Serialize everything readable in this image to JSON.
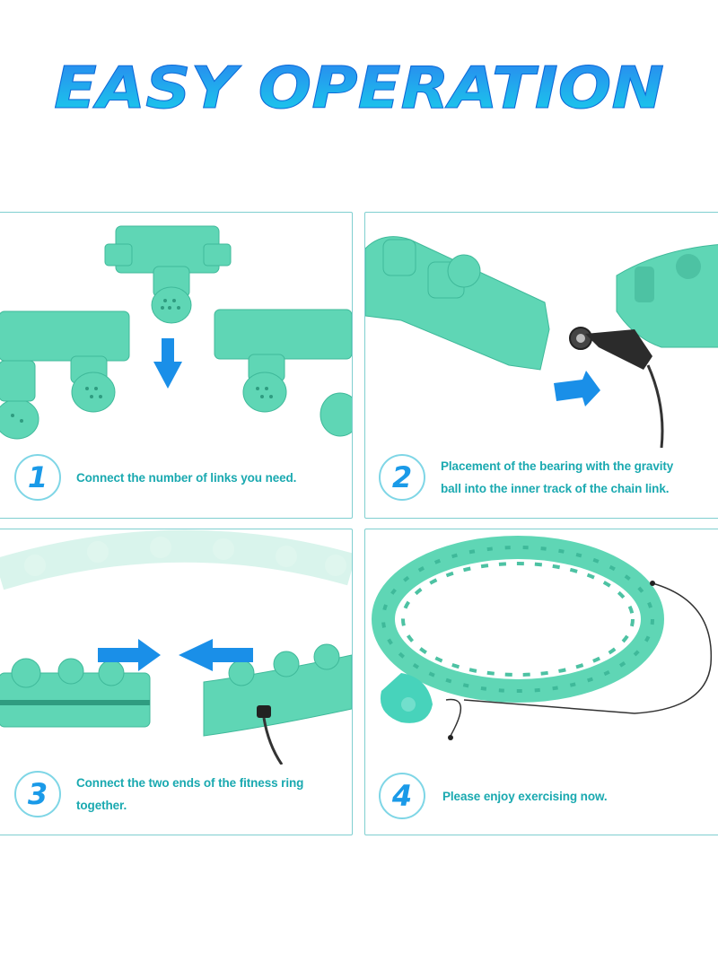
{
  "headline": "EASY OPERATION",
  "colors": {
    "headline_top": "#1c8ff0",
    "headline_bottom": "#16cfe8",
    "panel_border": "#7fcfd0",
    "caption": "#1aa9b0",
    "product": "#5fd6b5",
    "arrow": "#1a8fe8"
  },
  "steps": [
    {
      "number": "1",
      "caption_lines": [
        "Connect the number of links you need."
      ]
    },
    {
      "number": "2",
      "caption_lines": [
        "Placement of the bearing with the gravity",
        "ball into the inner track of the chain link."
      ]
    },
    {
      "number": "3",
      "caption_lines": [
        "Connect the two ends of the fitness ring",
        "together."
      ]
    },
    {
      "number": "4",
      "caption_lines": [
        "Please enjoy exercising now."
      ]
    }
  ]
}
